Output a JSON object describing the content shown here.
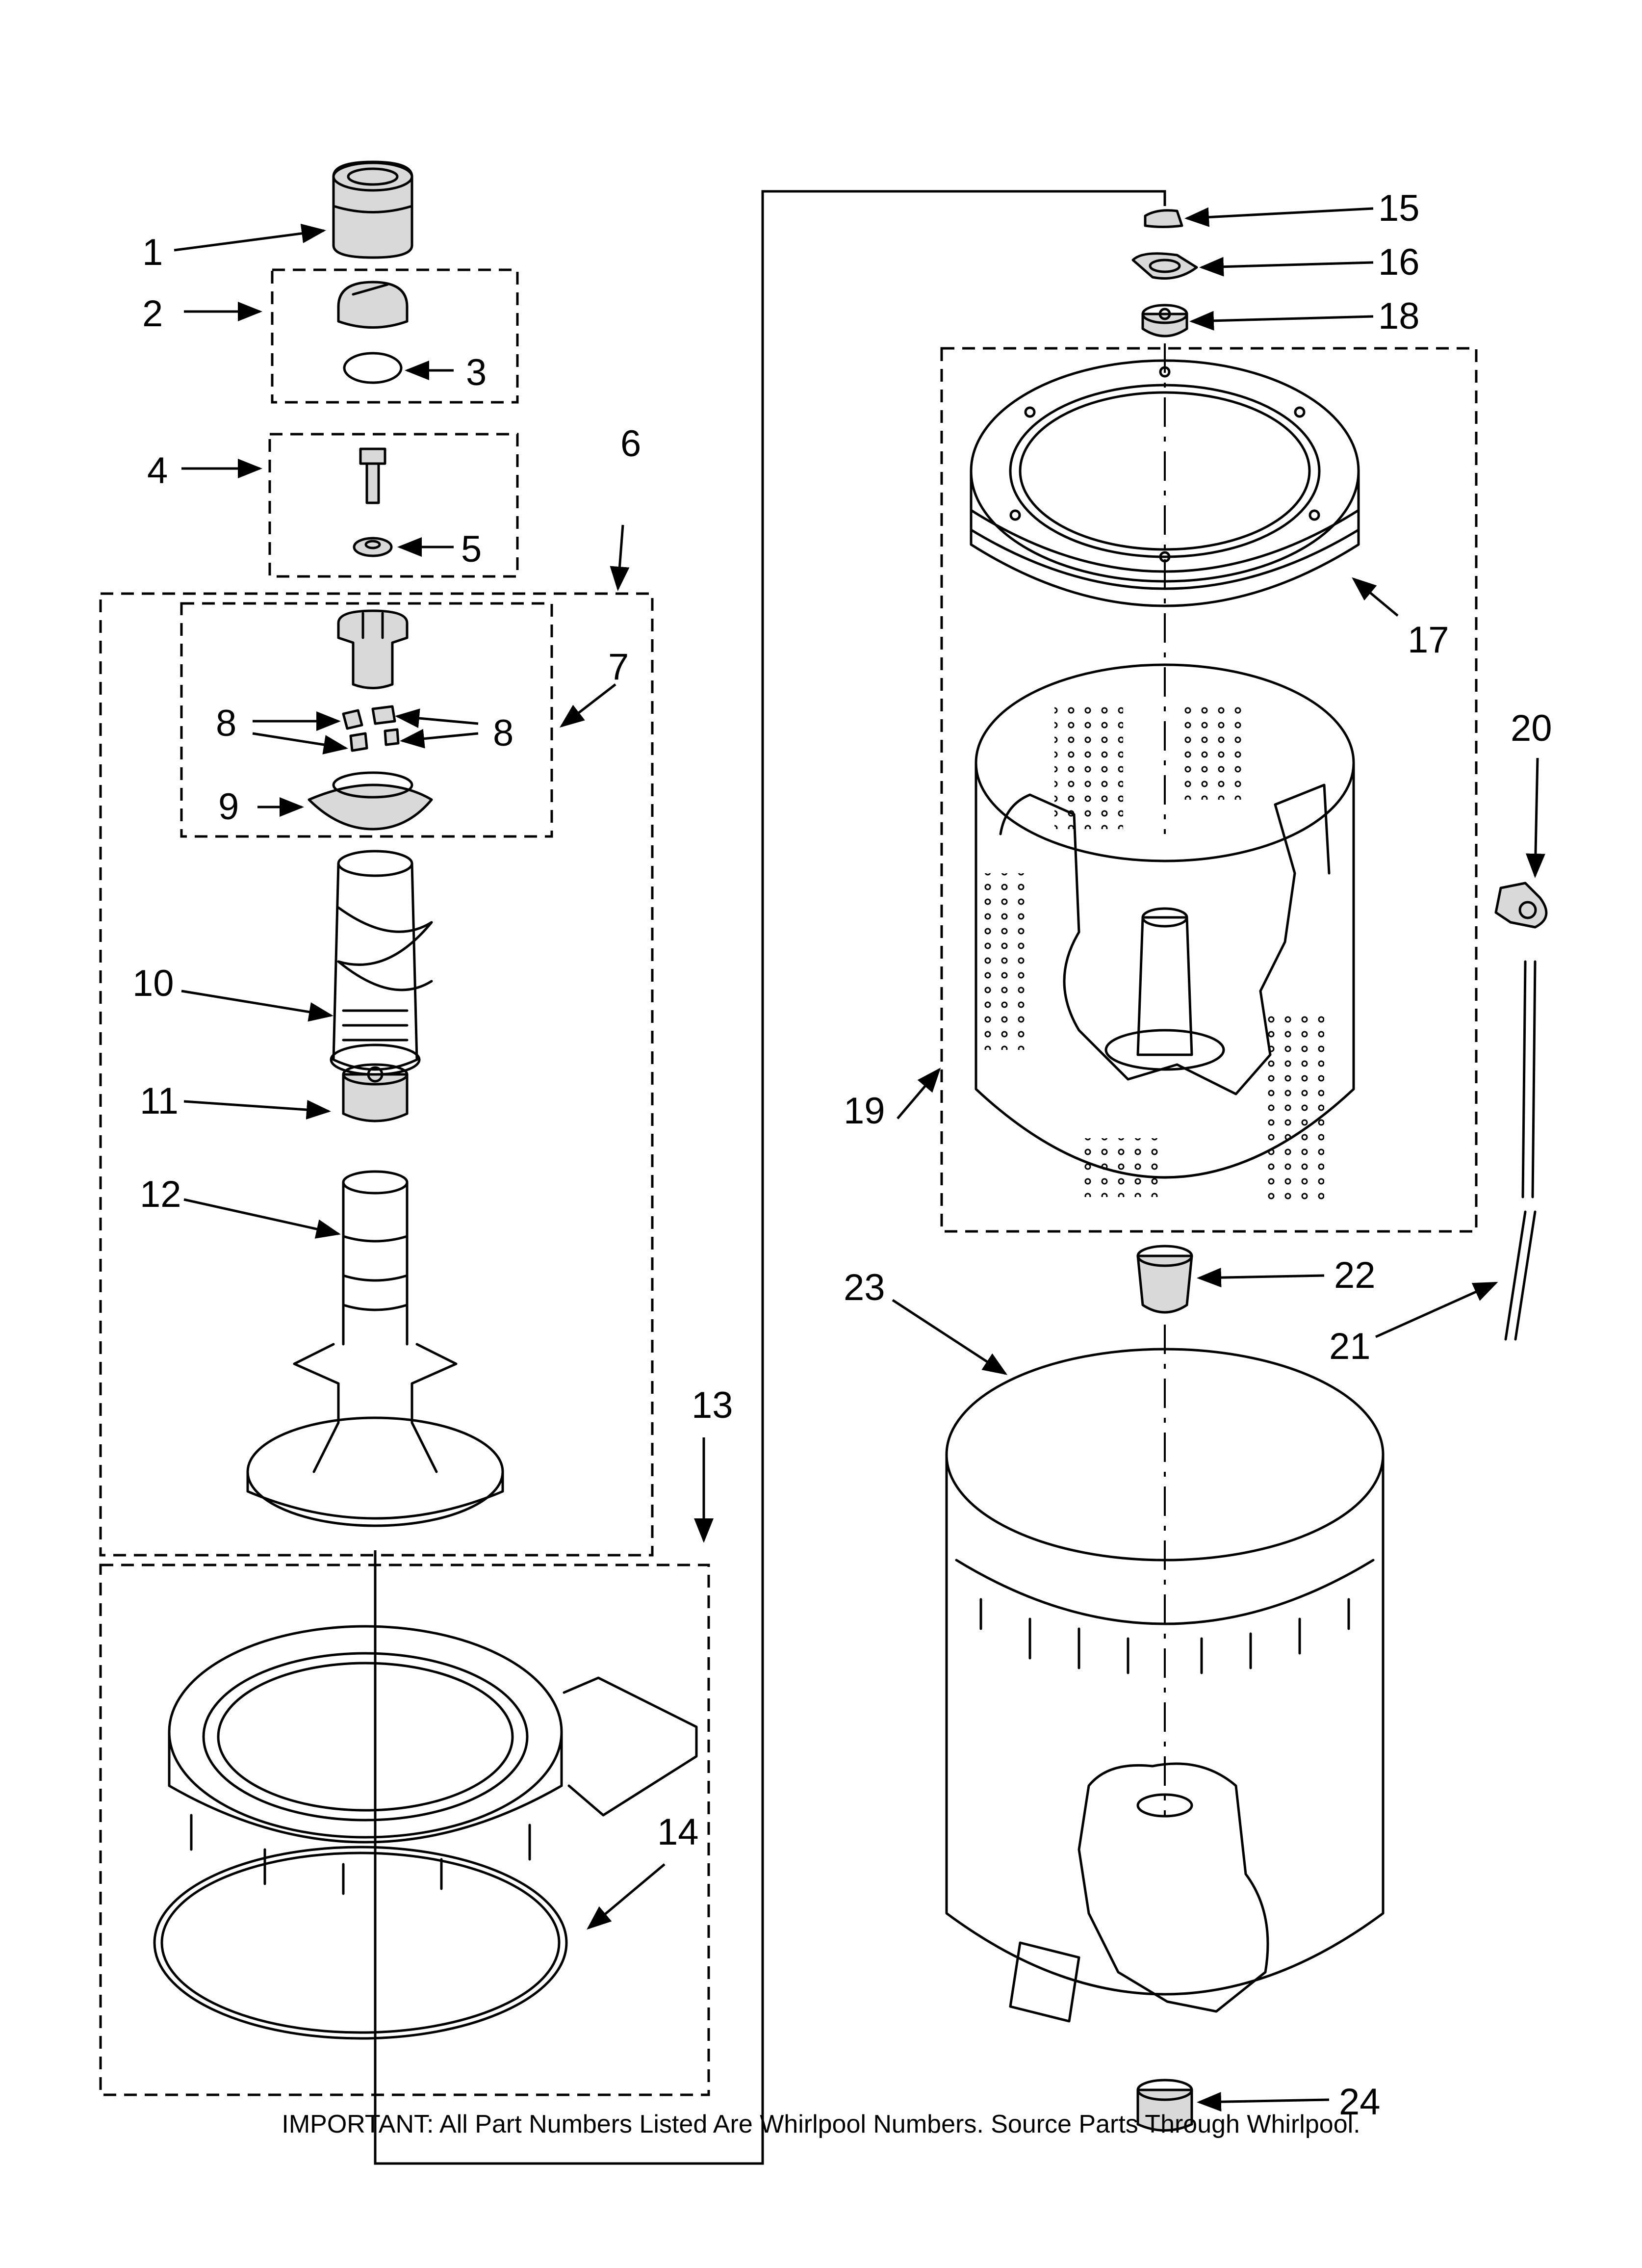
{
  "diagram": {
    "callouts": {
      "p1": "1",
      "p2": "2",
      "p3": "3",
      "p4": "4",
      "p5": "5",
      "p6": "6",
      "p7": "7",
      "p8a": "8",
      "p8b": "8",
      "p9": "9",
      "p10": "10",
      "p11": "11",
      "p12": "12",
      "p13": "13",
      "p14": "14",
      "p15": "15",
      "p16": "16",
      "p17": "17",
      "p18": "18",
      "p19": "19",
      "p20": "20",
      "p21": "21",
      "p22": "22",
      "p23": "23",
      "p24": "24"
    },
    "important_note": "IMPORTANT: All Part Numbers Listed Are Whirlpool Numbers. Source Parts Through Whirlpool."
  }
}
